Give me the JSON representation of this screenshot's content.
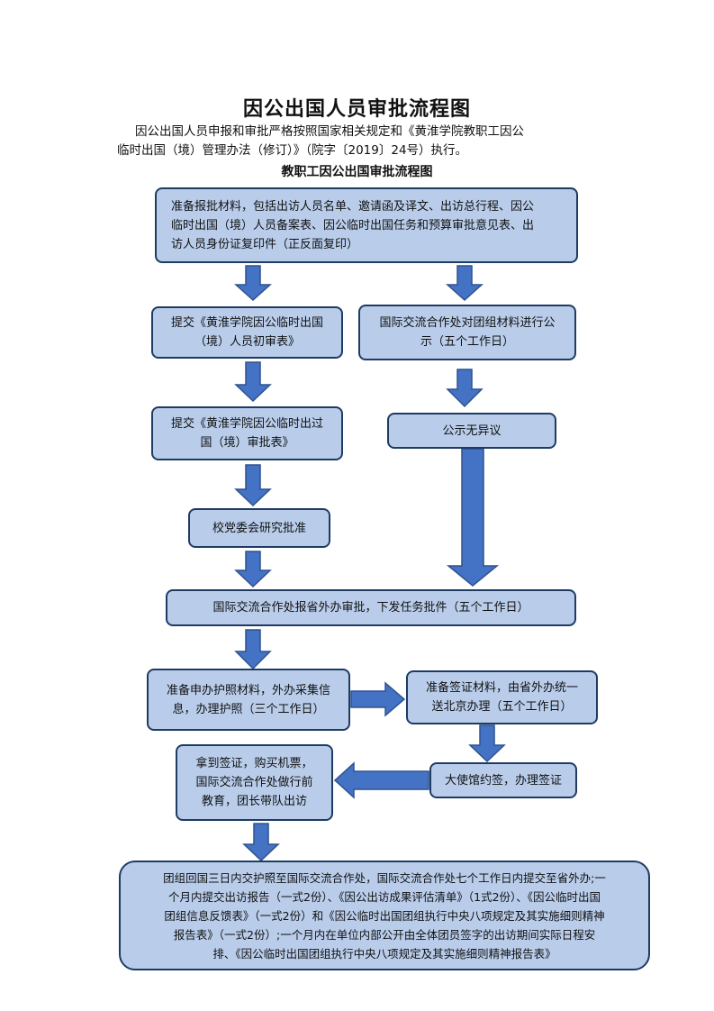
{
  "title": "因公出国人员审批流程图",
  "intro": {
    "line1": "因公出国人员申报和审批严格按照国家相关规定和《黄淮学院教职工因公",
    "line2": "临时出国（境）管理办法（修订）》（院字〔2019〕24号）执行。"
  },
  "subtitle": "教职工因公出国审批流程图",
  "colors": {
    "box_fill": "#b9cdeb",
    "box_border": "#1f3b63",
    "arrow_fill": "#4472c4",
    "arrow_stroke": "#2f528f"
  },
  "steps": {
    "prepare_materials": {
      "line1": "准备报批材料，包括出访人员名单、邀请函及译文、出访总行程、因公",
      "line2": "临时出国（境）人员备案表、因公临时出国任务和预算审批意见表、出",
      "line3": "访人员身份证复印件（正反面复印）"
    },
    "submit_initial_review": {
      "line1": "提交《黄淮学院因公临时出国",
      "line2": "（境）人员初审表》"
    },
    "publicity": {
      "line1": "国际交流合作处对团组材料进行公",
      "line2": "示（五个工作日）"
    },
    "submit_approval_form": {
      "line1": "提交《黄淮学院因公临时出过",
      "line2": "国（境）审批表》"
    },
    "no_objection": {
      "line1": "公示无异议"
    },
    "party_committee": {
      "line1": "校党委会研究批准"
    },
    "foreign_affairs": {
      "line1": "国际交流合作处报省外办审批，下发任务批件（五个工作日）"
    },
    "passport": {
      "line1": "准备申办护照材料，外办采集信",
      "line2": "息，办理护照（三个工作日）"
    },
    "visa_materials": {
      "line1": "准备签证材料，由省外办统一",
      "line2": "送北京办理（五个工作日）"
    },
    "embassy": {
      "line1": "大使馆约签，办理签证"
    },
    "departure": {
      "line1": "拿到签证，购买机票，",
      "line2": "国际交流合作处做行前",
      "line3": "教育，团长带队出访"
    },
    "return": {
      "line1": "团组回国三日内交护照至国际交流合作处，国际交流合作处七个工作日内提交至省外办;一",
      "line2": "个月内提交出访报告（一式2份）、《因公出访成果评估清单》（1式2份）、《因公临时出国",
      "line3": "团组信息反馈表》（一式2份）和《因公临时出国团组执行中央八项规定及其实施细则精神",
      "line4": "报告表》（一式2份）;一个月内在单位内部公开由全体团员签字的出访期间实际日程安",
      "line5": "排、《因公临时出国团组执行中央八项规定及其实施细则精神报告表》"
    }
  }
}
